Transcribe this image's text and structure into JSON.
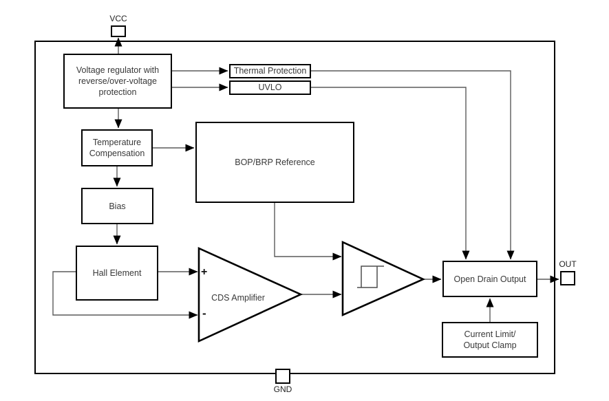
{
  "pins": {
    "vcc": "VCC",
    "gnd": "GND",
    "out": "OUT"
  },
  "blocks": {
    "voltage_regulator": "Voltage regulator with\nreverse/over-voltage\nprotection",
    "thermal_protection": "Thermal Protection",
    "uvlo": "UVLO",
    "temperature_compensation": "Temperature\nCompensation",
    "bop_brp_reference": "BOP/BRP Reference",
    "bias": "Bias",
    "hall_element": "Hall Element",
    "open_drain_output": "Open Drain Output",
    "current_limit_output_clamp": "Current Limit/\nOutput Clamp"
  },
  "amplifier": {
    "cds_label": "CDS Amplifier",
    "plus_input": "+",
    "minus_input": "-"
  },
  "colors": {
    "background": "#ffffff",
    "block_border": "#000000",
    "wire": "#5a5a5a",
    "text": "#383838"
  }
}
